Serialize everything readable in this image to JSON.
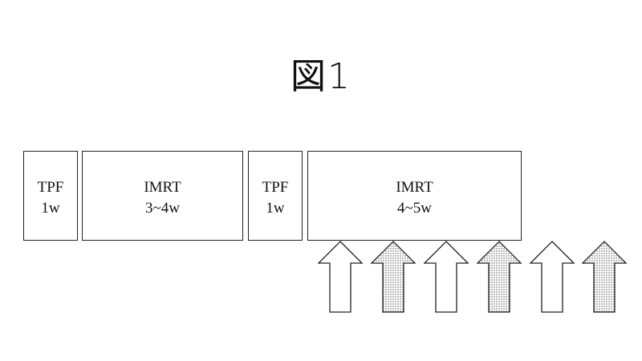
{
  "figure": {
    "title": "図1"
  },
  "schedule": [
    {
      "label": "TPF",
      "duration": "1w"
    },
    {
      "label": "IMRT",
      "duration": "3~4w"
    },
    {
      "label": "TPF",
      "duration": "1w"
    },
    {
      "label": "IMRT",
      "duration": "4~5w"
    }
  ],
  "arrows": [
    {
      "style": "plain",
      "fill": "#ffffff"
    },
    {
      "style": "dotted",
      "fill": "#d8d8d8"
    },
    {
      "style": "plain",
      "fill": "#ffffff"
    },
    {
      "style": "dotted",
      "fill": "#d8d8d8"
    },
    {
      "style": "plain",
      "fill": "#ffffff"
    },
    {
      "style": "dotted",
      "fill": "#d8d8d8"
    }
  ],
  "colors": {
    "stroke": "#222222",
    "background": "#ffffff"
  }
}
